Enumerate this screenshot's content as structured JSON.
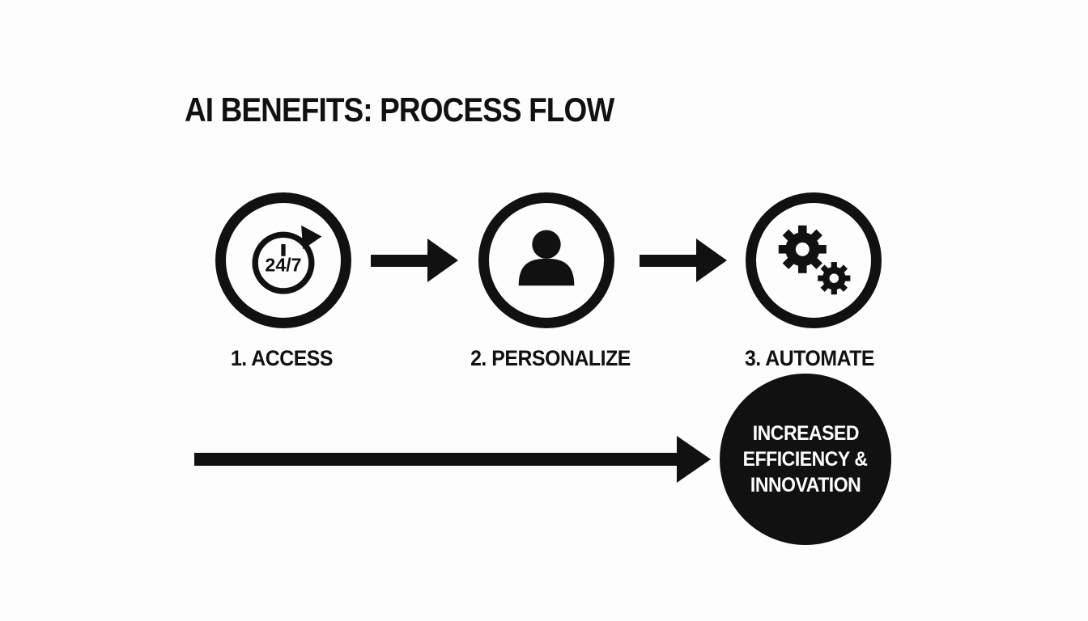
{
  "title": "AI BENEFITS: PROCESS FLOW",
  "steps": [
    {
      "label": "1. ACCESS",
      "icon": "clock-24-7-icon",
      "icon_text": "24/7"
    },
    {
      "label": "2. PERSONALIZE",
      "icon": "person-icon"
    },
    {
      "label": "3. AUTOMATE",
      "icon": "gears-icon"
    }
  ],
  "result": {
    "label": "INCREASED EFFICIENCY & INNOVATION",
    "lines": [
      "INCREASED",
      "EFFICIENCY &",
      "INNOVATION"
    ]
  },
  "colors": {
    "foreground": "#111111",
    "background": "#fdfdfd",
    "result_text": "#ffffff"
  }
}
